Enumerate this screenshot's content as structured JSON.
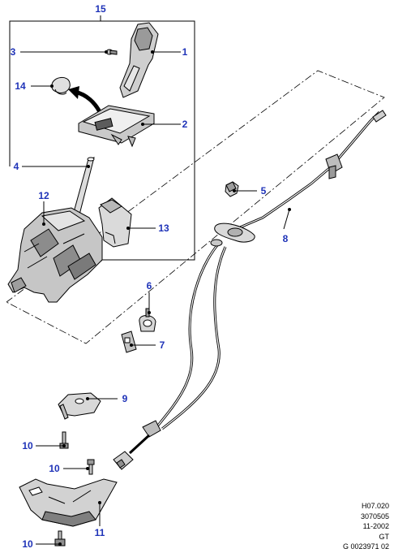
{
  "diagram": {
    "callouts": {
      "c1": "1",
      "c2": "2",
      "c3": "3",
      "c4": "4",
      "c5": "5",
      "c6": "6",
      "c7": "7",
      "c8": "8",
      "c9": "9",
      "c10a": "10",
      "c10b": "10",
      "c10c": "10",
      "c11": "11",
      "c12": "12",
      "c13": "13",
      "c14": "14",
      "c15": "15"
    },
    "stamp": [
      "H07.020",
      "3070505",
      "11-2002",
      "GT",
      "G 0023971 02"
    ]
  },
  "colors": {
    "callout": "#1f33b8",
    "line": "#000000",
    "part_fill": "#d8d8d8",
    "part_dark": "#6e6e6e"
  }
}
